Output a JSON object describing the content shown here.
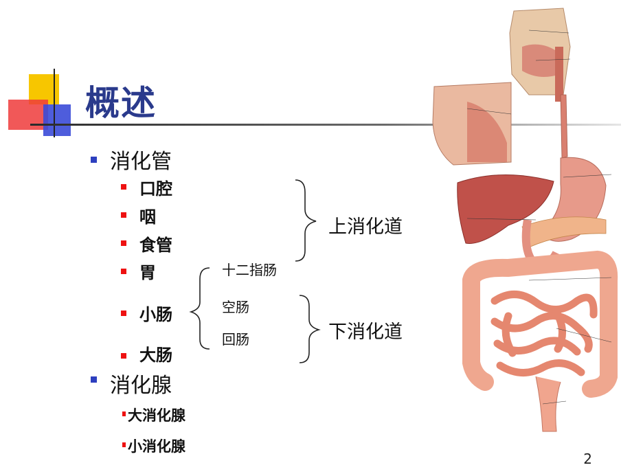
{
  "slide": {
    "title": "概述",
    "page_number": "2",
    "accent_colors": {
      "title": "#2a3a8c",
      "bullet_level1": "#2d3fbf",
      "bullet_level2": "#e11111",
      "logo_yellow": "#f7c600",
      "logo_red": "#ef3b3b",
      "logo_blue": "#3b4bd8"
    }
  },
  "outline": {
    "digestive_tract": {
      "label": "消化管",
      "items": [
        "口腔",
        "咽",
        "食管",
        "胃",
        "小肠",
        "大肠"
      ]
    },
    "digestive_glands": {
      "label": "消化腺",
      "items": [
        "大消化腺",
        "小消化腺"
      ]
    }
  },
  "annotations": {
    "upper_tract": "上消化道",
    "lower_tract": "下消化道",
    "small_intestine_parts": [
      "十二指肠",
      "空肠",
      "回肠"
    ]
  },
  "illustration": {
    "icon": "digestive-system-anatomy-illustration"
  }
}
